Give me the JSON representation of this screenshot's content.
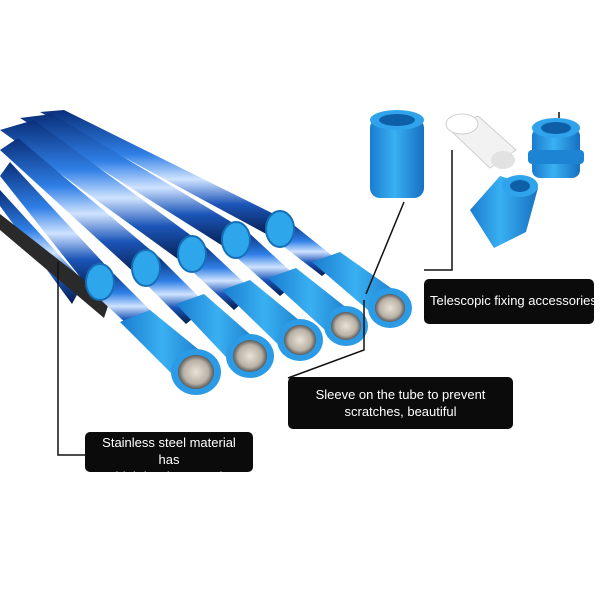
{
  "annotations": {
    "accessories": {
      "line1": "Telescopic fixing accessories"
    },
    "sleeve": {
      "line1": "Sleeve on the tube to prevent",
      "line2": "scratches, beautiful"
    },
    "steel": {
      "line1": "Stainless steel material has",
      "line2": "high hardness and durability"
    }
  },
  "colors": {
    "background": "#ffffff",
    "tube_blue": "#1f63c9",
    "sleeve_blue": "#2b9be6",
    "label_bg": "#0b0b0b",
    "label_text": "#ffffff",
    "accessory_white": "#f2f2f2"
  }
}
